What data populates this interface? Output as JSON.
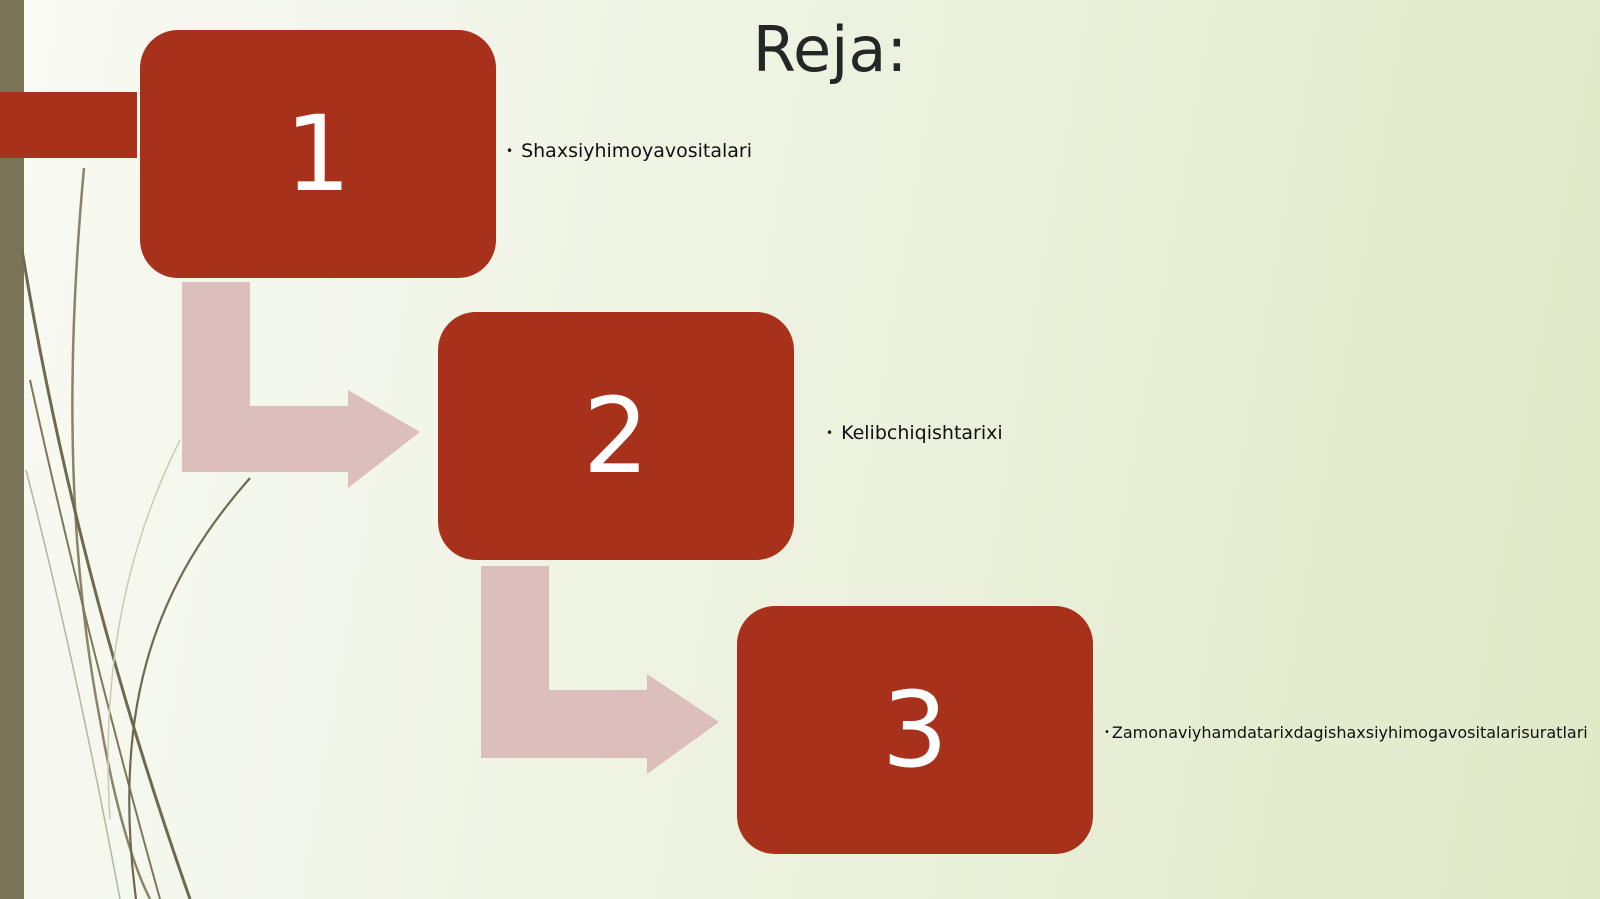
{
  "slide": {
    "title": "Reja:"
  },
  "steps": [
    {
      "number": "1",
      "text": "Shaxsiyhimoyavositalari"
    },
    {
      "number": "2",
      "text": "Kelibchiqishtarixi"
    },
    {
      "number": "3",
      "text": "Zamonaviyhamdatarixdagishaxsiyhimogavositalarisuratlari"
    }
  ],
  "colors": {
    "box": "#a8311b",
    "arrow": "#dcbfbd",
    "sidebar": "#7a7456",
    "background_start": "#f9faf4",
    "background_end": "#dfe9c6"
  }
}
